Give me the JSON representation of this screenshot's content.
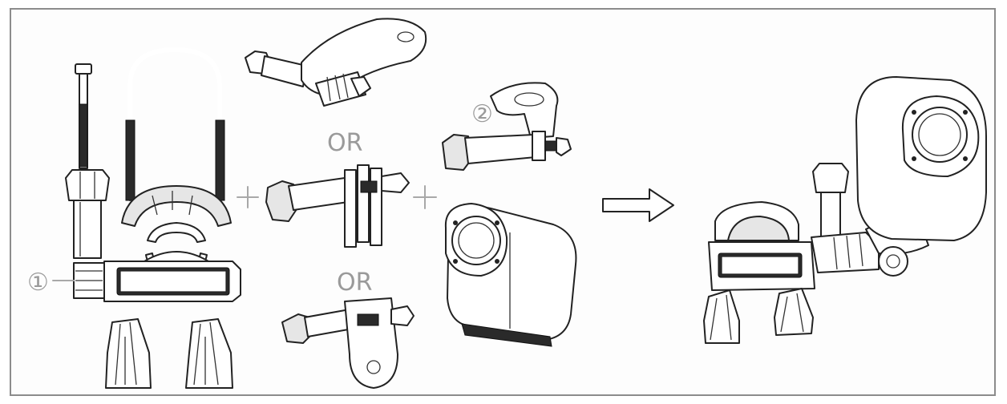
{
  "labels": {
    "step_one": "①",
    "step_two": "②",
    "or_top": "OR",
    "or_bottom": "OR"
  },
  "colors": {
    "line": "#222222",
    "label_grey": "#9a9a9a",
    "border": "#8c8c8c"
  },
  "icons": {
    "plus_1": "plus-sign-icon",
    "plus_2": "plus-sign-icon",
    "result_arrow": "right-arrow-icon"
  }
}
